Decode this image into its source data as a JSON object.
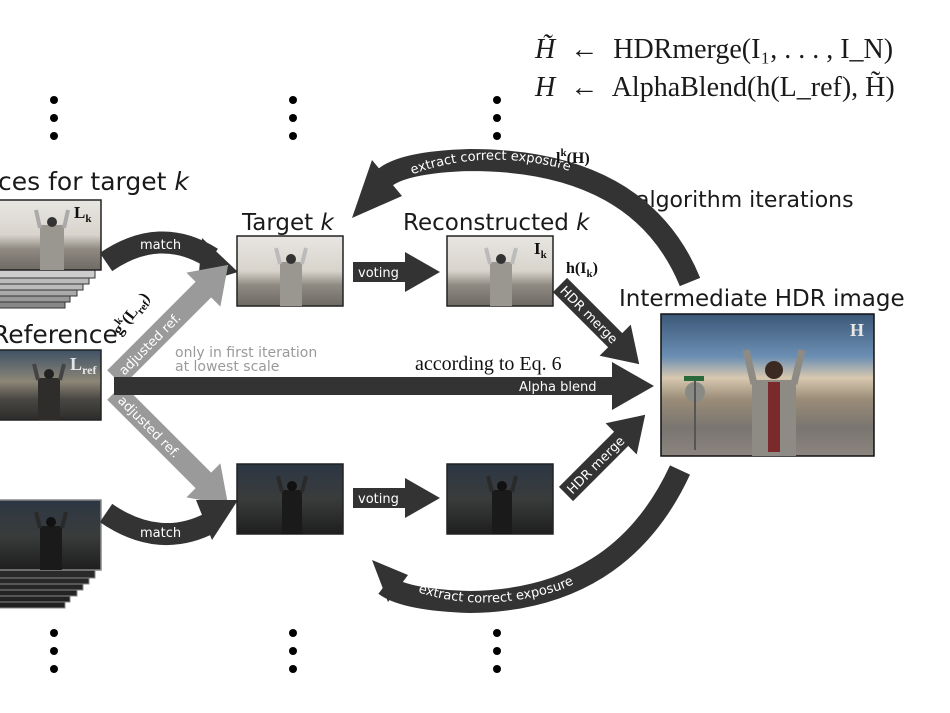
{
  "equations": {
    "line1_lhs": "H̃",
    "line1_arrow": "←",
    "line1_rhs": "HDRmerge(I₁, . . . , I_N)",
    "line2_lhs": "H",
    "line2_arrow": "←",
    "line2_rhs": "AlphaBlend(h(L_ref), H̃)"
  },
  "labels": {
    "sources_title": "...ces for target k",
    "sources_title_prefix": "ces for target ",
    "sources_title_k": "k",
    "reference_title": "Reference",
    "target_title_prefix": "Target ",
    "target_title_k": "k",
    "reconstructed_title_prefix": "Reconstructed ",
    "reconstructed_title_k": "k",
    "intermediate_title": "Intermediate HDR image",
    "algorithm_iterations": "algorithm iterations",
    "only_first_line1": "only in first iteration",
    "only_first_line2": "at lowest scale",
    "according_eq": "according to Eq. 6"
  },
  "image_tags": {
    "source_stack": "L",
    "source_stack_sub": "k",
    "reference": "L",
    "reference_sub": "ref",
    "reconstructed": "I",
    "reconstructed_sub": "k",
    "hdr": "H"
  },
  "math_labels": {
    "extract_top": "l",
    "extract_top_sup": "k",
    "extract_top_arg": "(H)",
    "h_of_I": "h(I",
    "h_of_I_sub": "k",
    "h_of_I_close": ")",
    "g_of_L": "g",
    "g_of_L_sup": "k",
    "g_of_L_arg": "(L",
    "g_of_L_sub": "ref",
    "g_of_L_close": ")"
  },
  "arrows": {
    "match_top": "match",
    "match_bottom": "match",
    "voting_top": "voting",
    "voting_bottom": "voting",
    "adjusted_ref_top": "adjusted ref.",
    "adjusted_ref_bottom": "adjusted ref.",
    "alpha_blend": "Alpha blend",
    "hdr_merge_top": "HDR merge",
    "hdr_merge_bottom": "HDR merge",
    "extract_top": "extract correct exposure",
    "extract_bottom": "extract correct exposure"
  },
  "colors": {
    "dark_arrow": "#333333",
    "gray_arrow": "#9a9a9a",
    "text": "#1a1a1a",
    "background": "#ffffff"
  }
}
